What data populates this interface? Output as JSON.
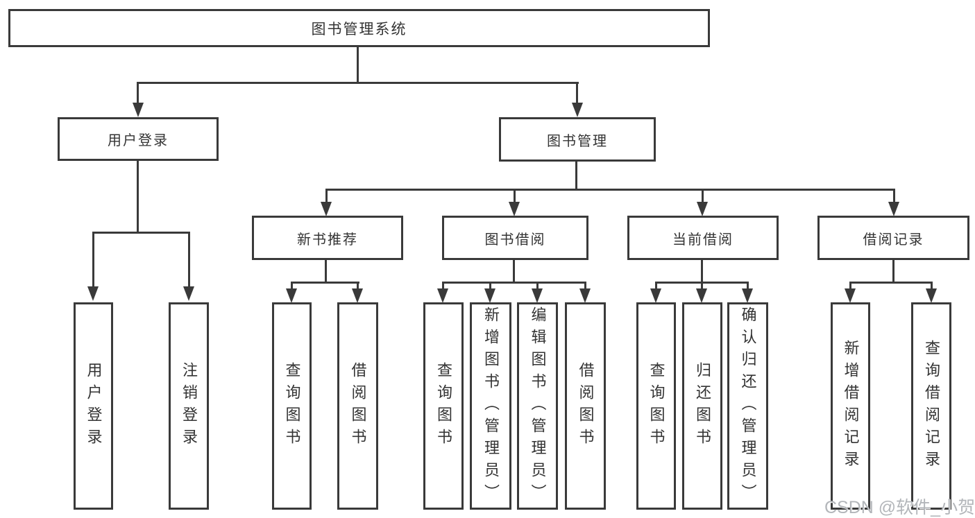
{
  "diagram_title": "图书管理系统",
  "nodes": {
    "root": {
      "label": "图书管理系统"
    },
    "user_login": {
      "label": "用户登录"
    },
    "book_mgmt": {
      "label": "图书管理"
    },
    "new_book_rec": {
      "label": "新书推荐"
    },
    "book_borrow": {
      "label": "图书借阅"
    },
    "current_borrow": {
      "label": "当前借阅"
    },
    "borrow_record": {
      "label": "借阅记录"
    },
    "leaf_login": {
      "label": "用户登录"
    },
    "leaf_logout": {
      "label": "注销登录"
    },
    "leaf_rec_query": {
      "label": "查询图书"
    },
    "leaf_rec_borrow": {
      "label": "借阅图书"
    },
    "leaf_bor_query": {
      "label": "查询图书"
    },
    "leaf_bor_add": {
      "label": "新增图书（管理员）"
    },
    "leaf_bor_edit": {
      "label": "编辑图书（管理员）"
    },
    "leaf_bor_borrow": {
      "label": "借阅图书"
    },
    "leaf_cur_query": {
      "label": "查询图书"
    },
    "leaf_cur_return": {
      "label": "归还图书"
    },
    "leaf_cur_confirm": {
      "label": "确认归还（管理员）"
    },
    "leaf_log_add": {
      "label": "新增借阅记录"
    },
    "leaf_log_query": {
      "label": "查询借阅记录"
    }
  },
  "hierarchy": {
    "图书管理系统": [
      "用户登录",
      "图书管理"
    ],
    "用户登录": [
      "用户登录",
      "注销登录"
    ],
    "图书管理": [
      "新书推荐",
      "图书借阅",
      "当前借阅",
      "借阅记录"
    ],
    "新书推荐": [
      "查询图书",
      "借阅图书"
    ],
    "图书借阅": [
      "查询图书",
      "新增图书（管理员）",
      "编辑图书（管理员）",
      "借阅图书"
    ],
    "当前借阅": [
      "查询图书",
      "归还图书",
      "确认归还（管理员）"
    ],
    "借阅记录": [
      "新增借阅记录",
      "查询借阅记录"
    ]
  },
  "watermark": "CSDN @软件_小贺同学",
  "colors": {
    "line": "#3a3a3a",
    "text": "#333333",
    "watermark": "#b3b6ba",
    "background": "#ffffff"
  }
}
